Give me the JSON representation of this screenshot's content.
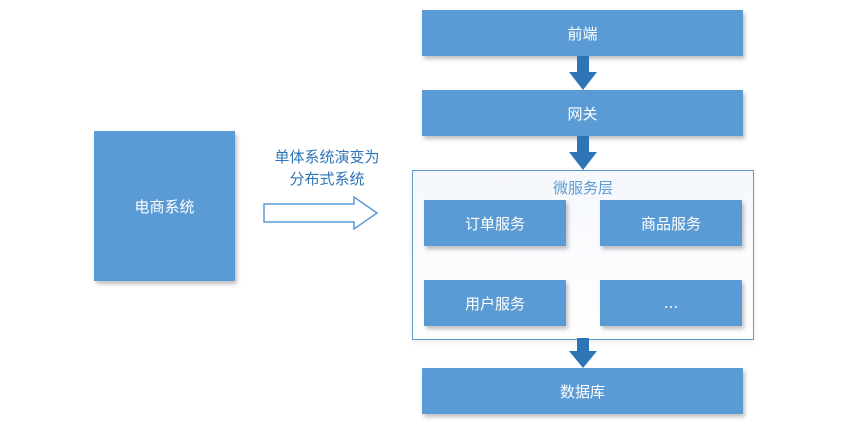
{
  "left": {
    "system": "电商系统"
  },
  "transition": {
    "line1": "单体系统演变为",
    "line2": "分布式系统"
  },
  "layers": {
    "frontend": "前端",
    "gateway": "网关",
    "microservices": {
      "title": "微服务层",
      "services": [
        "订单服务",
        "商品服务",
        "用户服务",
        "..."
      ]
    },
    "database": "数据库"
  },
  "colors": {
    "box_fill": "#5b9bd5",
    "box_text": "#ffffff",
    "note_text": "#2e75b6",
    "group_border": "#5b9bd5"
  }
}
